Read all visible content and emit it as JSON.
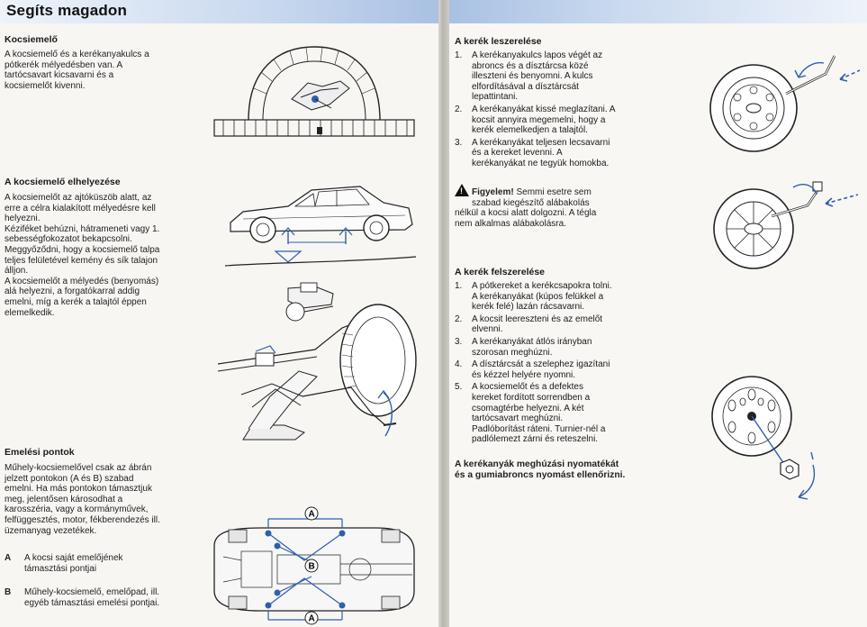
{
  "left": {
    "title": "Segíts magadon",
    "s1": {
      "heading": "Kocsiemelő",
      "lines": [
        "A kocsiemelő és a kerékanyakulcs a",
        "pótkerék mélyedésben van. A",
        "tartócsavart kicsavarni és a",
        "kocsiemelőt kivenni."
      ]
    },
    "s2": {
      "heading": "A kocsiemelő elhelyezése",
      "lines": [
        "A kocsiemelőt az ajtóküszöb alatt, az",
        "erre a célra kialakított mélyedésre kell",
        "helyezni.",
        "Kéziféket behúzni, hátrameneti vagy 1.",
        "sebességfokozatot bekapcsolni.",
        "Meggyőződni, hogy a kocsiemelő talpa",
        "teljes felületével kemény és sík talajon",
        "álljon.",
        "A kocsiemelőt a mélyedés (benyomás)",
        "alá helyezni, a forgatókarral addig",
        "emelni, míg a kerék a talajtól éppen",
        "elemelkedik."
      ]
    },
    "s3": {
      "heading": "Emelési pontok",
      "lines": [
        "Műhely-kocsiemelővel csak az ábrán",
        "jelzett pontokon (A és B) szabad",
        "emelni. Ha más pontokon támasztjuk",
        "meg, jelentősen károsodhat a",
        "karosszéria, vagy a kormányművek,",
        "felfüggesztés, motor, fékberendezés ill.",
        "üzemanyag vezetékek."
      ]
    },
    "legend": [
      {
        "key": "A",
        "lines": [
          "A kocsi saját emelőjének",
          "támasztási pontjai"
        ]
      },
      {
        "key": "B",
        "lines": [
          "Műhely-kocsiemelő, emelőpad, ill.",
          "egyéb támasztási emelési pontjai."
        ]
      }
    ],
    "marks": {
      "a_top": "A",
      "b_mid": "B",
      "a_bot": "A"
    }
  },
  "right": {
    "s1": {
      "heading": "A kerék leszerelése",
      "items": [
        {
          "n": "1.",
          "lines": [
            "A kerékanyakulcs lapos végét az",
            "abroncs és a dísztárcsa közé",
            "illeszteni és benyomni. A kulcs",
            "elfordításával a dísztárcsát",
            "lepattintani."
          ]
        },
        {
          "n": "2.",
          "lines": [
            "A kerékanyákat kissé meglazítani. A",
            "kocsit annyira megemelni, hogy a",
            "kerék elemelkedjen a talajtól."
          ]
        },
        {
          "n": "3.",
          "lines": [
            "A kerékanyákat teljesen lecsavarni",
            "és a kereket levenni. A",
            "kerékanyákat ne tegyük homokba."
          ]
        }
      ]
    },
    "warning": {
      "label": "Figyelem!",
      "first": " Semmi esetre sem",
      "lines": [
        "szabad kiegészítő alábakolás",
        "nélkül a kocsi alatt dolgozni. A tégla",
        "nem alkalmas alábakolásra."
      ]
    },
    "s2": {
      "heading": "A kerék felszerelése",
      "items": [
        {
          "n": "1.",
          "lines": [
            "A pótkereket a kerékcsapokra tolni.",
            "A kerékanyákat (kúpos felükkel a",
            "kerék felé) lazán rácsavarni."
          ]
        },
        {
          "n": "2.",
          "lines": [
            "A kocsit leereszteni és az emelőt",
            "elvenni."
          ]
        },
        {
          "n": "3.",
          "lines": [
            "A kerékanyákat átlós irányban",
            "szorosan meghúzni."
          ]
        },
        {
          "n": "4.",
          "lines": [
            "A dísztárcsát a szelephez igazítani",
            "és kézzel helyére nyomni."
          ]
        },
        {
          "n": "5.",
          "lines": [
            "A kocsiemelőt és a defektes",
            "kereket fordított sorrendben a",
            "csomagtérbe helyezni. A két",
            "tartócsavart meghúzni.",
            "Padlóborítást ráteni. Turnier-nél a",
            "padlólemezt zárni és reteszelni."
          ]
        }
      ]
    },
    "note": {
      "lines": [
        "A kerékanyák meghúzási nyomatékát",
        "és a gumiabroncs nyomást ellenőrizni."
      ]
    }
  },
  "colors": {
    "accent": "#2f5fae",
    "titlebar": "#c9d9ef",
    "ink": "#1a1a1a"
  }
}
